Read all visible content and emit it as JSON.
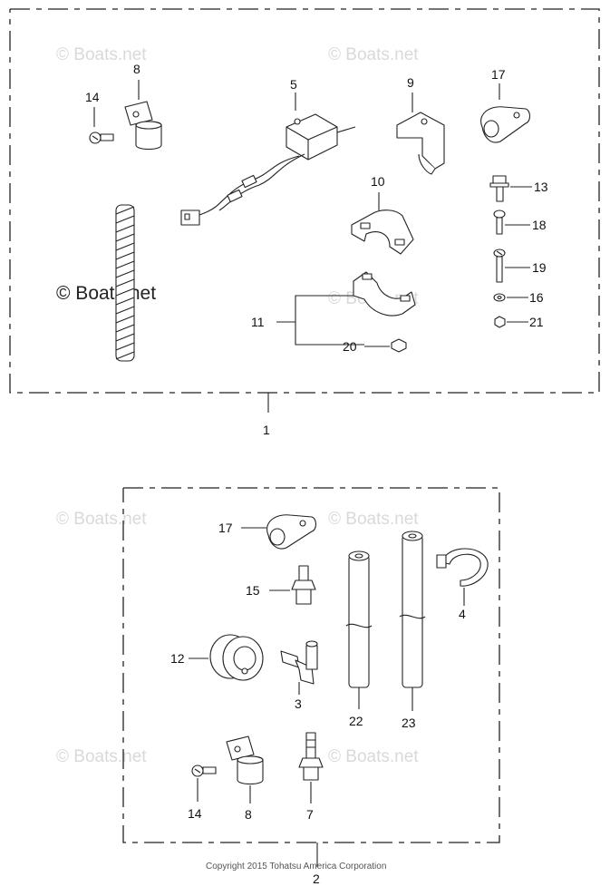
{
  "watermark": "© Boats.net",
  "copyright": "Copyright 2015 Tohatsu America Corporation",
  "kit1": {
    "kit_label": "1",
    "parts": {
      "p8": "8",
      "p14": "14",
      "p5": "5",
      "p9": "9",
      "p17": "17",
      "p10": "10",
      "p13": "13",
      "p18": "18",
      "p19": "19",
      "p16": "16",
      "p21": "21",
      "p11": "11",
      "p20": "20"
    }
  },
  "kit2": {
    "kit_label": "2",
    "parts": {
      "p17": "17",
      "p15": "15",
      "p4": "4",
      "p12": "12",
      "p3": "3",
      "p22": "22",
      "p23": "23",
      "p14": "14",
      "p8": "8",
      "p7": "7"
    }
  }
}
